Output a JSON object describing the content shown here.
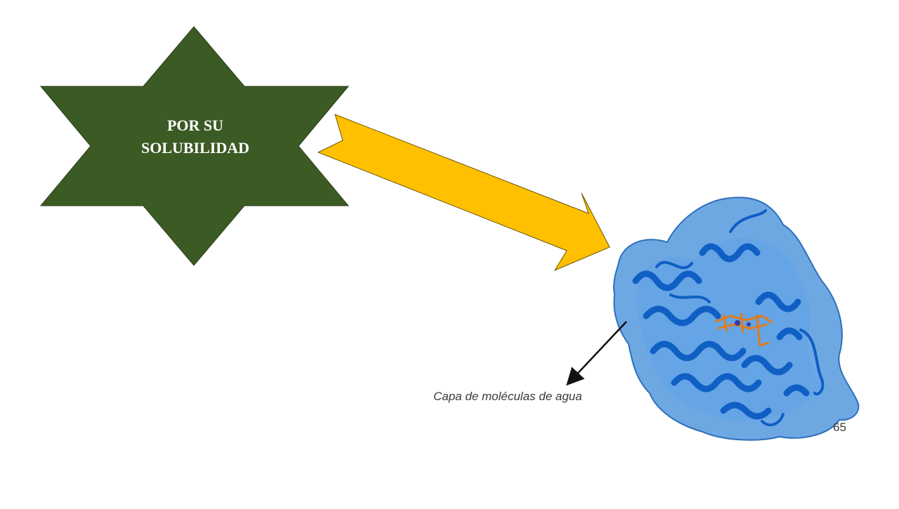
{
  "slide": {
    "star_label": "POR SU\nSOLUBILIDAD",
    "caption": "Capa de moléculas de agua",
    "page_number": "65"
  },
  "colors": {
    "star_fill": "#3b5a24",
    "arrow_fill": "#ffc000",
    "surface_blue": "#3d8bd9",
    "helix_blue": "#0f5fc4",
    "ligand_orange": "#e07b1a",
    "caption_text": "#3a3a3a"
  },
  "icons": {
    "star": "six-point-star",
    "arrow": "notched-right-arrow",
    "protein": "protein-surface-ribbon",
    "pointer": "black-arrow"
  }
}
